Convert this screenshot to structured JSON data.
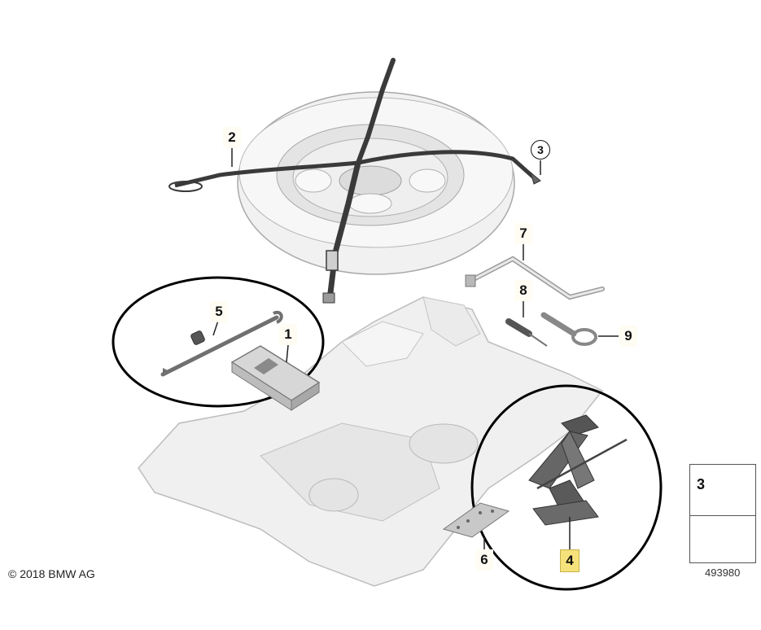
{
  "copyright": "© 2018 BMW AG",
  "diagram_id": "493980",
  "legend": {
    "part_number": "3"
  },
  "callouts": [
    {
      "id": "1",
      "style": "plain"
    },
    {
      "id": "2",
      "style": "plain"
    },
    {
      "id": "3",
      "style": "circled"
    },
    {
      "id": "4",
      "style": "highlight"
    },
    {
      "id": "5",
      "style": "plain"
    },
    {
      "id": "6",
      "style": "plain"
    },
    {
      "id": "7",
      "style": "plain"
    },
    {
      "id": "8",
      "style": "plain"
    },
    {
      "id": "9",
      "style": "plain"
    }
  ],
  "colors": {
    "part_fill": "#eeeeee",
    "part_stroke": "#9a9a9a",
    "dark_part": "#555555",
    "strap": "#3a3a3a",
    "highlight": "#f6e27a"
  }
}
